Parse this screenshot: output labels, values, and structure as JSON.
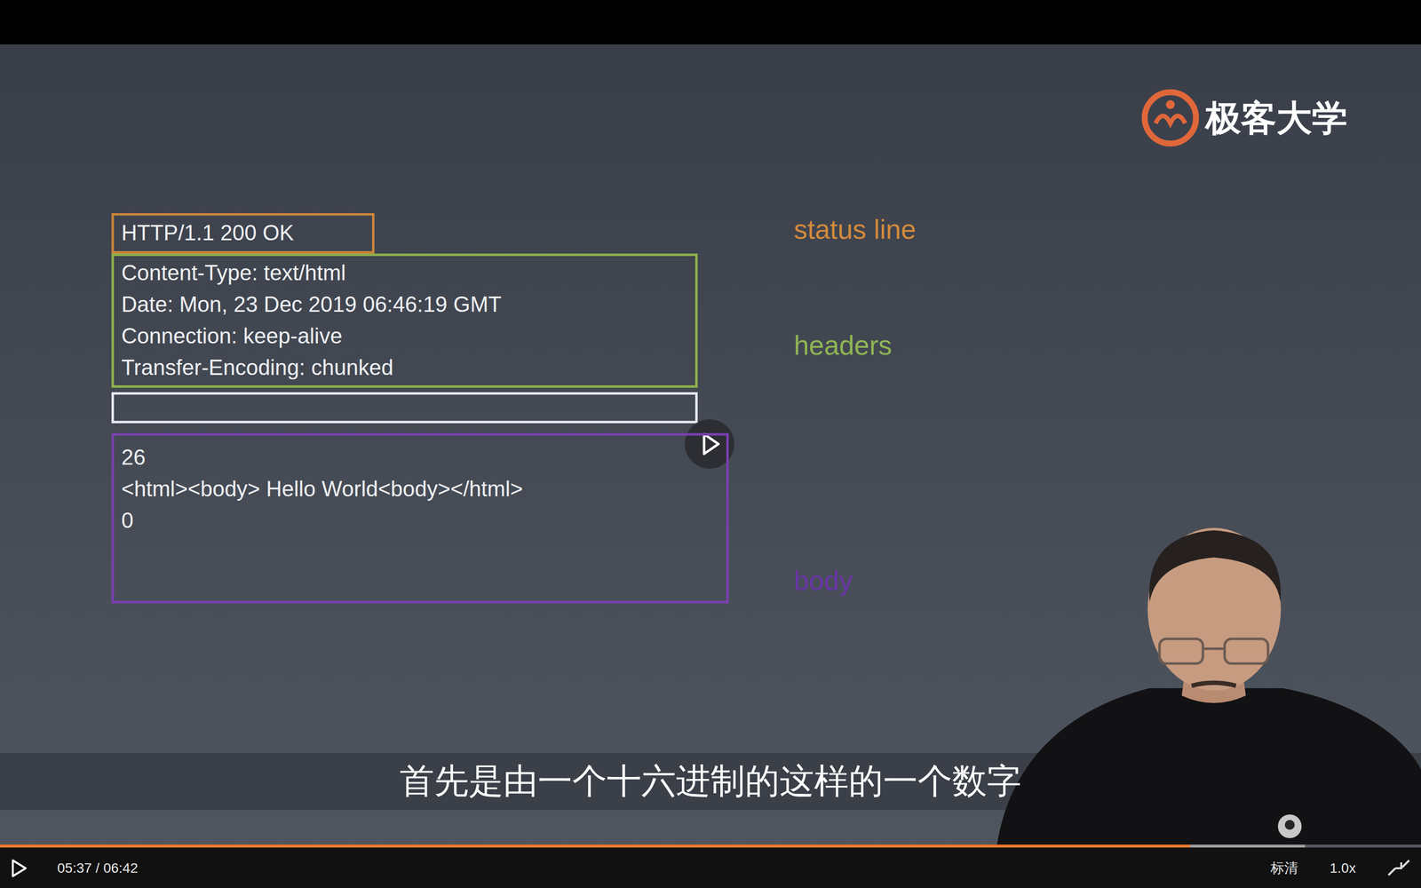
{
  "diagram": {
    "nodes": [
      {
        "text": [
          "HTTP/1.1 200 OK"
        ]
      },
      {
        "text": [
          "Content-Type: text/html",
          "Date: Mon, 23 Dec 2019 06:46:19 GMT",
          "Connection: keep-alive",
          "Transfer-Encoding: chunked"
        ]
      },
      {
        "text": [
          "26",
          "<html><body> Hello World<body></html>",
          "0"
        ]
      }
    ],
    "labels": [
      "极客大学",
      "status line",
      "headers",
      "body",
      "首先是由一个十六进制的这样的一个数字",
      "05:37 / 06:42",
      "标清",
      "1.0x"
    ]
  }
}
